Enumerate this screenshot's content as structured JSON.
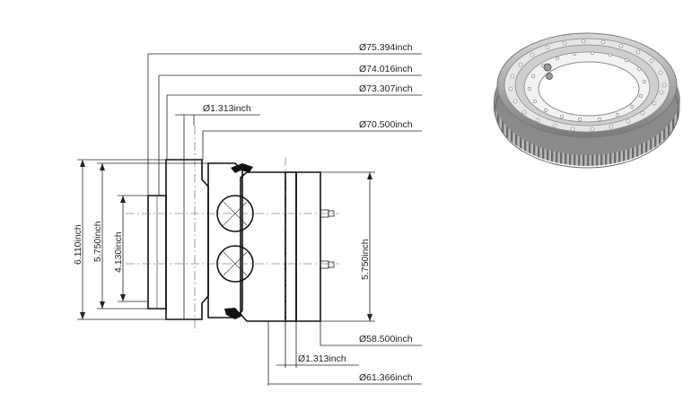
{
  "dimensions": {
    "d1": "Ø75.394inch",
    "d2": "Ø74.016inch",
    "d3": "Ø73.307inch",
    "d4": "Ø1.313inch",
    "d5": "Ø70.500inch",
    "d6": "Ø58.500inch",
    "d7": "Ø1.313inch",
    "d8": "Ø61.366inch",
    "h1": "6.110inch",
    "h2": "5.750inch",
    "h3": "4.130inch",
    "h4": "5.750inch"
  }
}
